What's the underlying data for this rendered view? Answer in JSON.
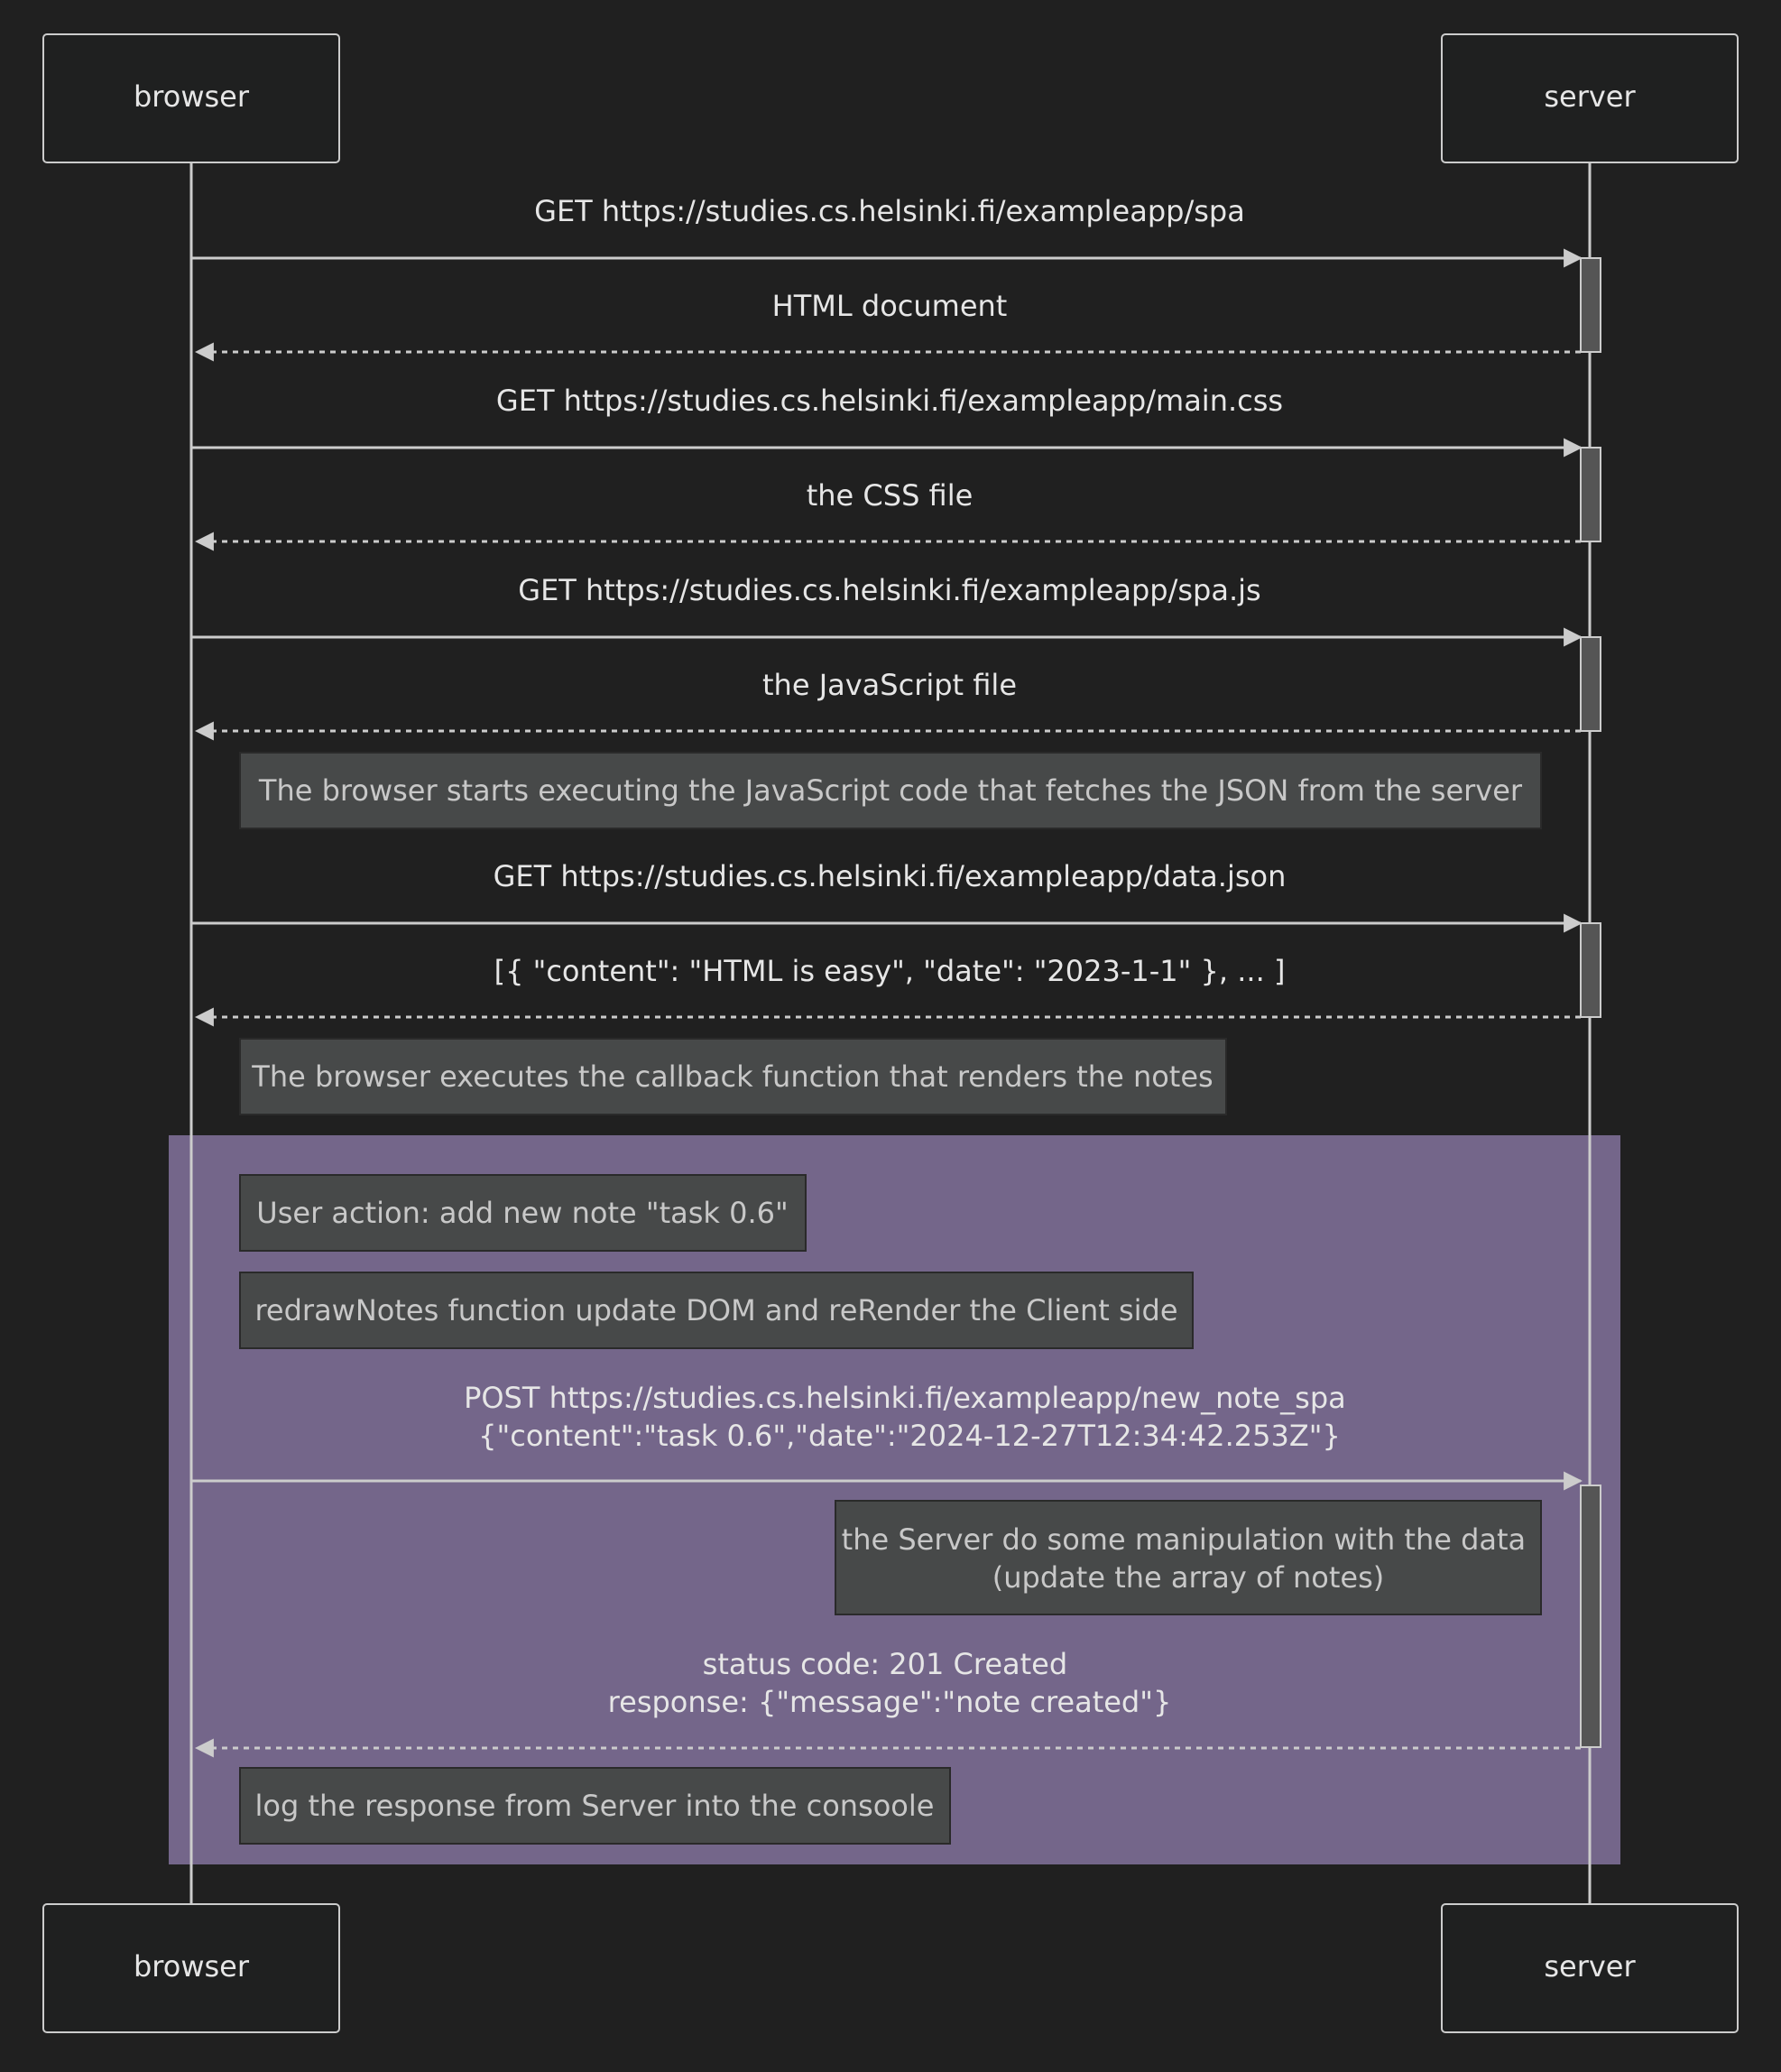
{
  "actors": {
    "left": "browser",
    "right": "server"
  },
  "messages": [
    {
      "lines": [
        "GET https://studies.cs.helsinki.fi/exampleapp/spa"
      ],
      "direction": "to-server",
      "style": "solid"
    },
    {
      "lines": [
        "HTML document"
      ],
      "direction": "to-browser",
      "style": "dashed"
    },
    {
      "lines": [
        "GET https://studies.cs.helsinki.fi/exampleapp/main.css"
      ],
      "direction": "to-server",
      "style": "solid"
    },
    {
      "lines": [
        "the CSS file"
      ],
      "direction": "to-browser",
      "style": "dashed"
    },
    {
      "lines": [
        "GET https://studies.cs.helsinki.fi/exampleapp/spa.js"
      ],
      "direction": "to-server",
      "style": "solid"
    },
    {
      "lines": [
        "the JavaScript file"
      ],
      "direction": "to-browser",
      "style": "dashed"
    },
    {
      "lines": [
        "GET https://studies.cs.helsinki.fi/exampleapp/data.json"
      ],
      "direction": "to-server",
      "style": "solid"
    },
    {
      "lines": [
        "[{ \"content\": \"HTML is easy\", \"date\": \"2023-1-1\" }, ... ]"
      ],
      "direction": "to-browser",
      "style": "dashed"
    },
    {
      "lines": [
        "POST https://studies.cs.helsinki.fi/exampleapp/new_note_spa",
        "{\"content\":\"task 0.6\",\"date\":\"2024-12-27T12:34:42.253Z\"}"
      ],
      "direction": "to-server",
      "style": "solid"
    },
    {
      "lines": [
        "status code: 201 Created",
        "response: {\"message\":\"note created\"}"
      ],
      "direction": "to-browser",
      "style": "dashed"
    }
  ],
  "notes": [
    {
      "lines": [
        "The browser starts executing the JavaScript code that fetches the JSON from the server"
      ]
    },
    {
      "lines": [
        "The browser executes the callback function that renders the notes"
      ]
    },
    {
      "lines": [
        "User action: add new note \"task 0.6\""
      ]
    },
    {
      "lines": [
        "redrawNotes function update DOM and reRender the Client side"
      ]
    },
    {
      "lines": [
        "the Server do some manipulation with the data",
        "(update the array of notes)"
      ]
    },
    {
      "lines": [
        "log the response from Server into the consoole"
      ]
    }
  ],
  "colors": {
    "background": "#202020",
    "rect_block": "#74668a",
    "note_fill": "#474949",
    "line": "#cccccc",
    "text": "#e6e6e6"
  }
}
